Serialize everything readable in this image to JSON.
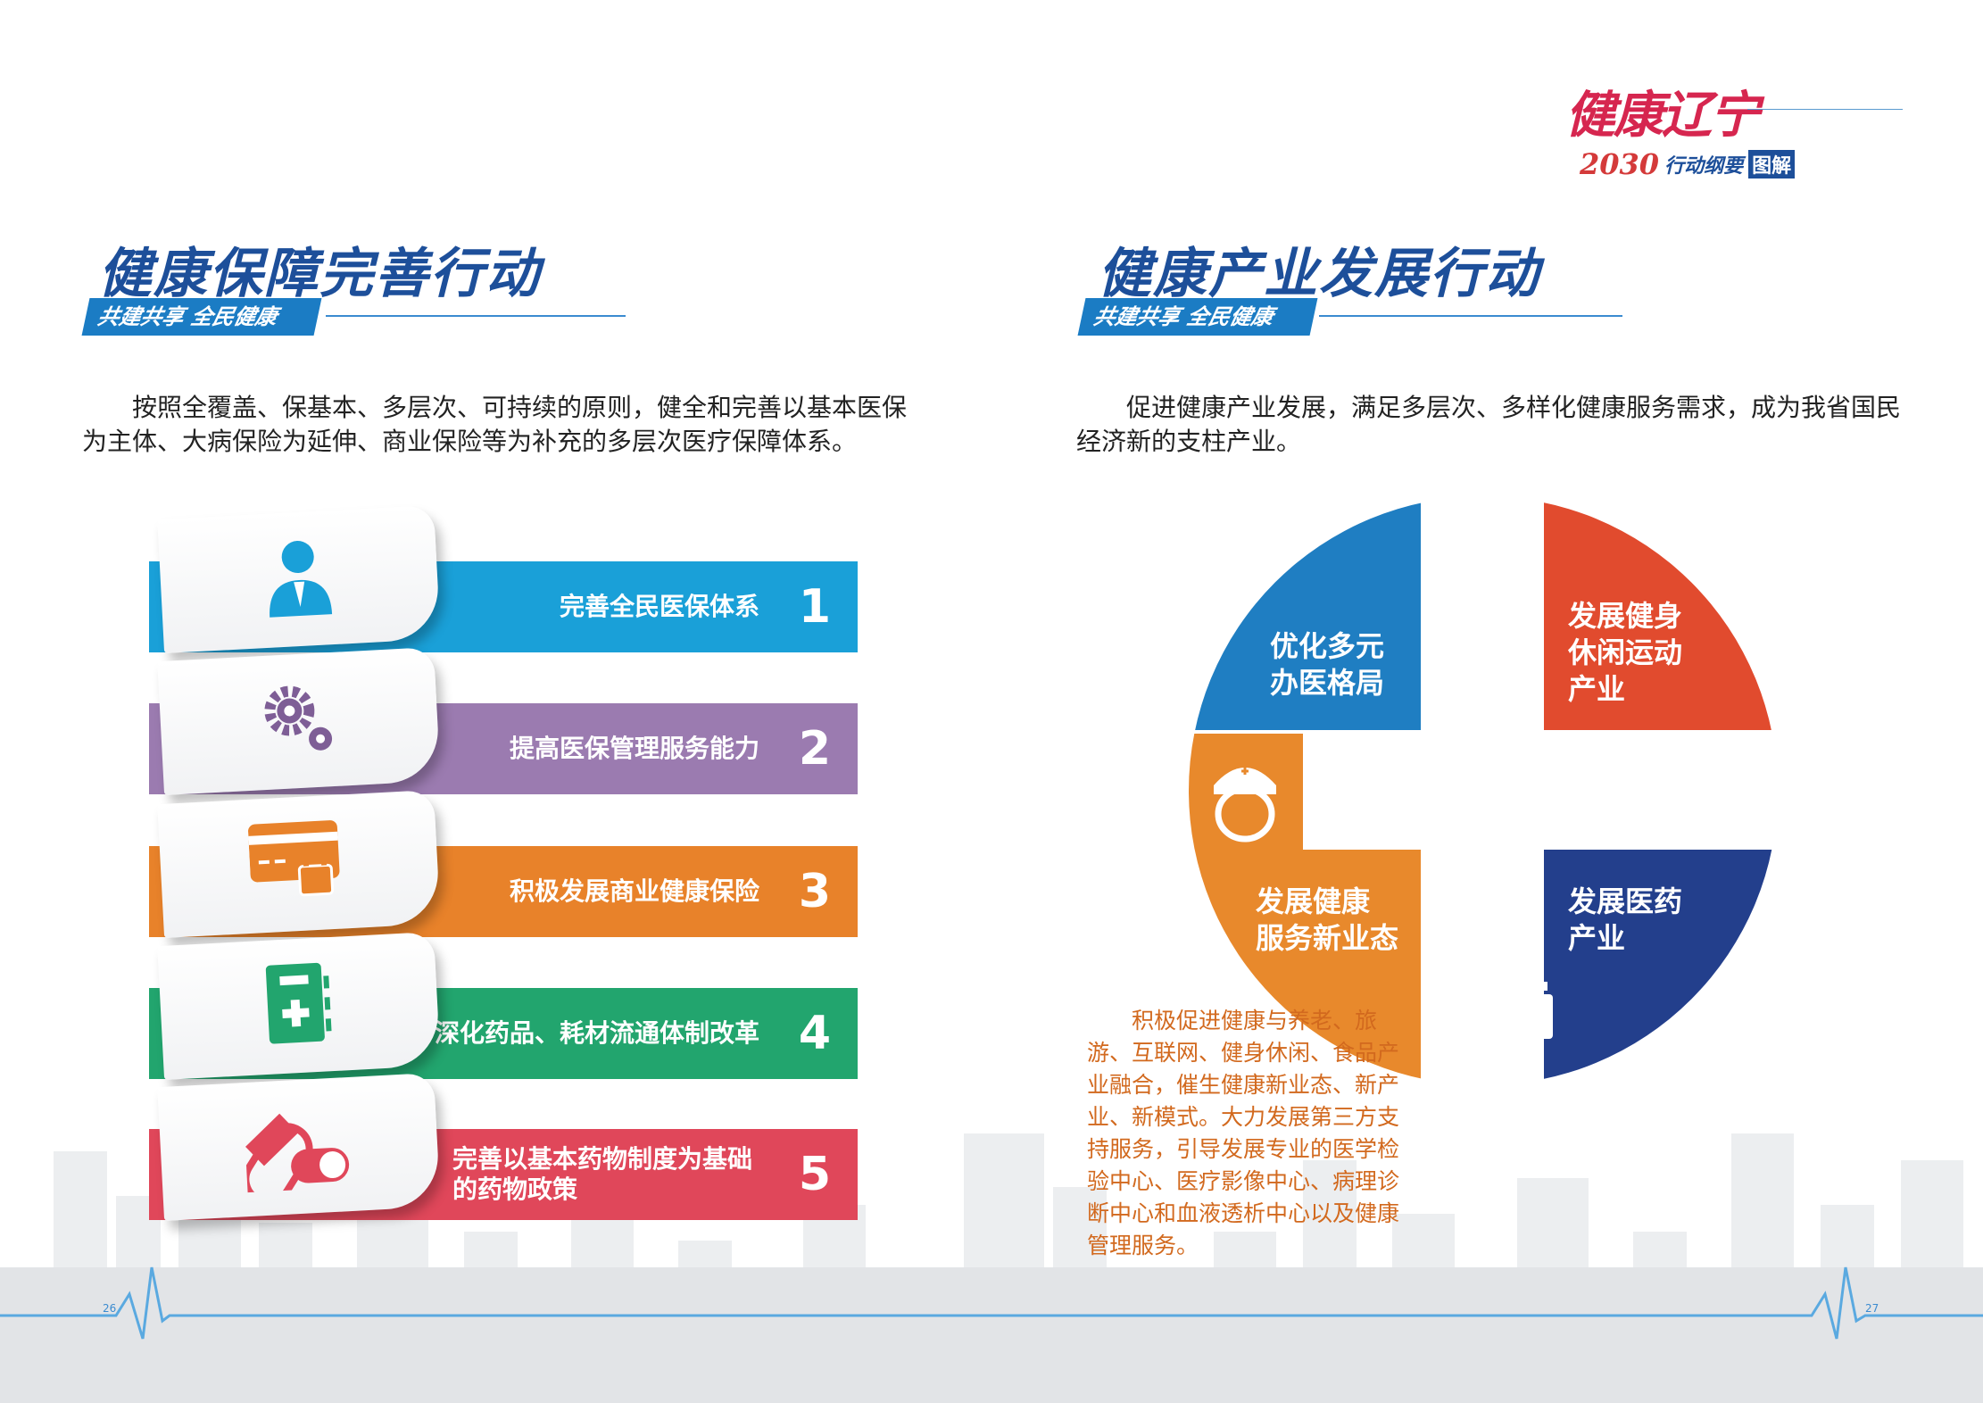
{
  "logo": {
    "main": "健康辽宁",
    "year": "2030",
    "sub": "行动纲要",
    "tag": "图解"
  },
  "left": {
    "title": "健康保障完善行动",
    "slogan": "共建共享 全民健康",
    "body": "按照全覆盖、保基本、多层次、可持续的原则，健全和完善以基本医保为主体、大病保险为延伸、商业保险等为补充的多层次医疗保障体系。",
    "items": [
      {
        "label": "完善全民医保体系",
        "num": "1",
        "color": "#1aa0d8",
        "icon": "person-icon"
      },
      {
        "label": "提高医保管理服务能力",
        "num": "2",
        "color": "#9b7bb0",
        "icon": "gears-icon"
      },
      {
        "label": "积极发展商业健康保险",
        "num": "3",
        "color": "#e8822a",
        "icon": "card-lock-icon"
      },
      {
        "label": "深化药品、耗材流通体制改革",
        "num": "4",
        "color": "#22a56e",
        "icon": "medicine-book-icon"
      },
      {
        "label": "完善以基本药物制度为基础的药物政策",
        "num": "5",
        "color": "#e0475a",
        "icon": "capsule-icon"
      }
    ],
    "page": "26"
  },
  "right": {
    "title": "健康产业发展行动",
    "slogan": "共建共享 全民健康",
    "body": "促进健康产业发展，满足多层次、多样化健康服务需求，成为我省国民经济新的支柱产业。",
    "quadrants": {
      "tl": {
        "label": "优化多元办医格局",
        "l1": "优化多元",
        "l2": "办医格局",
        "color": "#1f7ec2"
      },
      "tr": {
        "label": "发展健身休闲运动产业",
        "l1": "发展健身",
        "l2": "休闲运动",
        "l3": "产业",
        "color": "#e14b2e"
      },
      "br": {
        "label": "发展医药产业",
        "l1": "发展医药",
        "l2": "产业",
        "color": "#233f8c"
      },
      "bl": {
        "label": "发展健康服务新业态",
        "l1": "发展健康",
        "l2": "服务新业态",
        "color": "#e8892c"
      }
    },
    "note": "积极促进健康与养老、旅游、互联网、健身休闲、食品产业融合，催生健康新业态、新产业、新模式。大力发展第三方支持服务，引导发展专业的医学检验中心、医疗影像中心、病理诊断中心和血液透析中心以及健康管理服务。",
    "page": "27"
  }
}
